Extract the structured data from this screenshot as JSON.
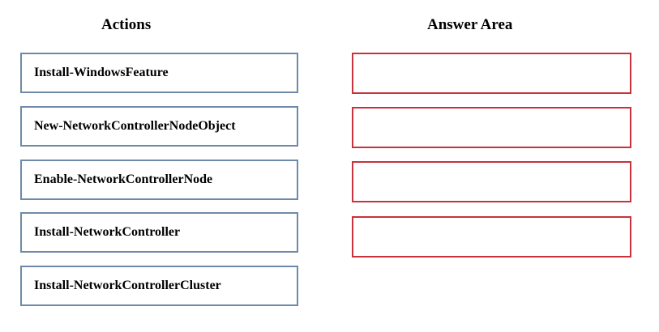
{
  "headers": {
    "actions": "Actions",
    "answer_area": "Answer Area"
  },
  "actions": [
    {
      "label": "Install-WindowsFeature"
    },
    {
      "label": "New-NetworkControllerNodeObject"
    },
    {
      "label": "Enable-NetworkControllerNode"
    },
    {
      "label": "Install-NetworkController"
    },
    {
      "label": "Install-NetworkControllerCluster"
    }
  ],
  "answer_slots": [
    {
      "value": ""
    },
    {
      "value": ""
    },
    {
      "value": ""
    },
    {
      "value": ""
    }
  ],
  "colors": {
    "action_border": "#6f8aa8",
    "answer_border": "#c8323d"
  }
}
